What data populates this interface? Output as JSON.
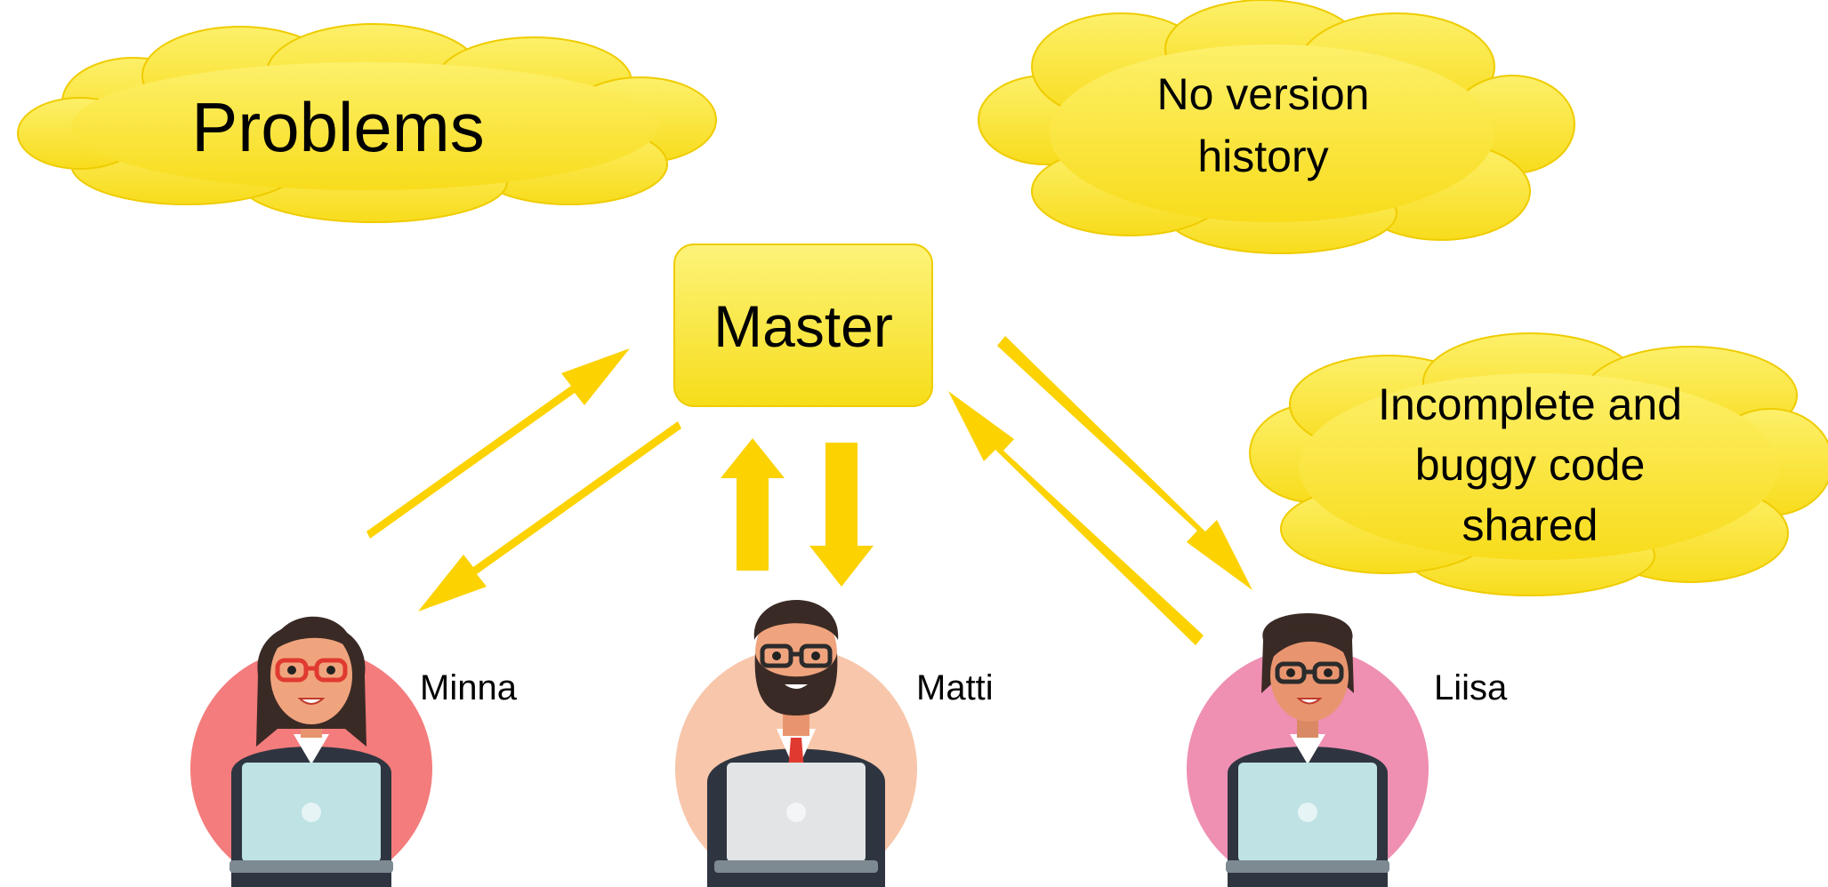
{
  "clouds": {
    "problems": {
      "text": "Problems"
    },
    "version": {
      "line1": "No version",
      "line2": "history"
    },
    "buggy": {
      "line1": "Incomplete and",
      "line2": "buggy code",
      "line3": "shared"
    }
  },
  "master": {
    "label": "Master"
  },
  "people": {
    "minna": {
      "name": "Minna",
      "circle_color": "#f47c7c"
    },
    "matti": {
      "name": "Matti",
      "circle_color": "#f8c6aa"
    },
    "liisa": {
      "name": "Liisa",
      "circle_color": "#ef8fb2"
    }
  },
  "colors": {
    "cloud_fill": "#fbe83a",
    "cloud_stroke": "#efcc00",
    "arrow": "#fcd200",
    "master_box": "#fbe83a",
    "laptop": "#bfe2e4",
    "jacket": "#2f3540"
  }
}
